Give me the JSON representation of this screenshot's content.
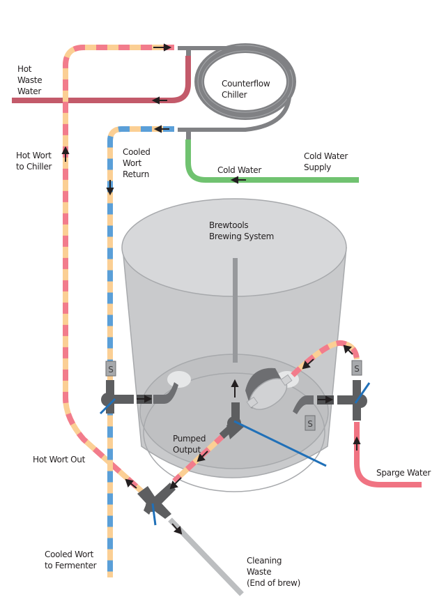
{
  "title": "Brewtools Brewing System plumbing diagram",
  "colors": {
    "hot_wort_a": "#f27c8c",
    "hot_wort_b": "#fbcf94",
    "cooled_a": "#5a9fd8",
    "cooled_b": "#fbcf94",
    "hot_waste": "#c35a6a",
    "cold_water": "#70c270",
    "sparge": "#f07382",
    "chiller": "#808184",
    "vessel_fill": "#d1d2d4",
    "vessel_stroke": "#a7a9ac",
    "fitting": "#5d5e60",
    "valve_handle": "#2070b8",
    "waste_pipe": "#bcbec0",
    "arrow": "#231f20"
  },
  "labels": {
    "hot_waste_water": "Hot\nWaste\nWater",
    "hot_wort_to_chiller": "Hot Wort\nto Chiller",
    "cooled_wort_return": "Cooled\nWort\nReturn",
    "counterflow_chiller": "Counterflow\nChiller",
    "cold_water": "Cold Water",
    "cold_water_supply": "Cold Water\nSupply",
    "brewing_system": "Brewtools\nBrewing System",
    "pumped_output": "Pumped\nOutput",
    "sparge_water": "Sparge Water",
    "hot_wort_out": "Hot Wort Out",
    "cooled_wort_to_fermenter": "Cooled Wort\nto Fermenter",
    "cleaning_waste": "Cleaning\nWaste\n(End of brew)"
  },
  "sensor_badges": [
    {
      "id": "sensor-cooled-return",
      "text": "S"
    },
    {
      "id": "sensor-sparge",
      "text": "S"
    },
    {
      "id": "sensor-vessel-inlet",
      "text": "S"
    }
  ]
}
